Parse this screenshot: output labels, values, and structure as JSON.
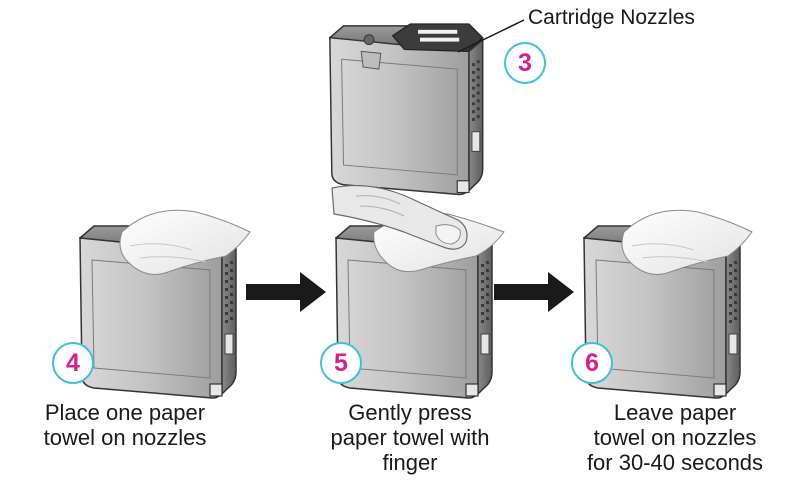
{
  "callout": {
    "label": "Cartridge Nozzles"
  },
  "steps": [
    {
      "number": "3"
    },
    {
      "number": "4",
      "lines": [
        "Place one paper",
        "towel on nozzles"
      ]
    },
    {
      "number": "5",
      "lines": [
        "Gently press",
        "paper towel with",
        "finger"
      ]
    },
    {
      "number": "6",
      "lines": [
        "Leave paper",
        "towel on nozzles",
        "for 30-40 seconds"
      ]
    }
  ],
  "colors": {
    "number_text": "#d61f8c",
    "number_ring": "#3fbfe0",
    "ink": "#1a1a1a"
  }
}
